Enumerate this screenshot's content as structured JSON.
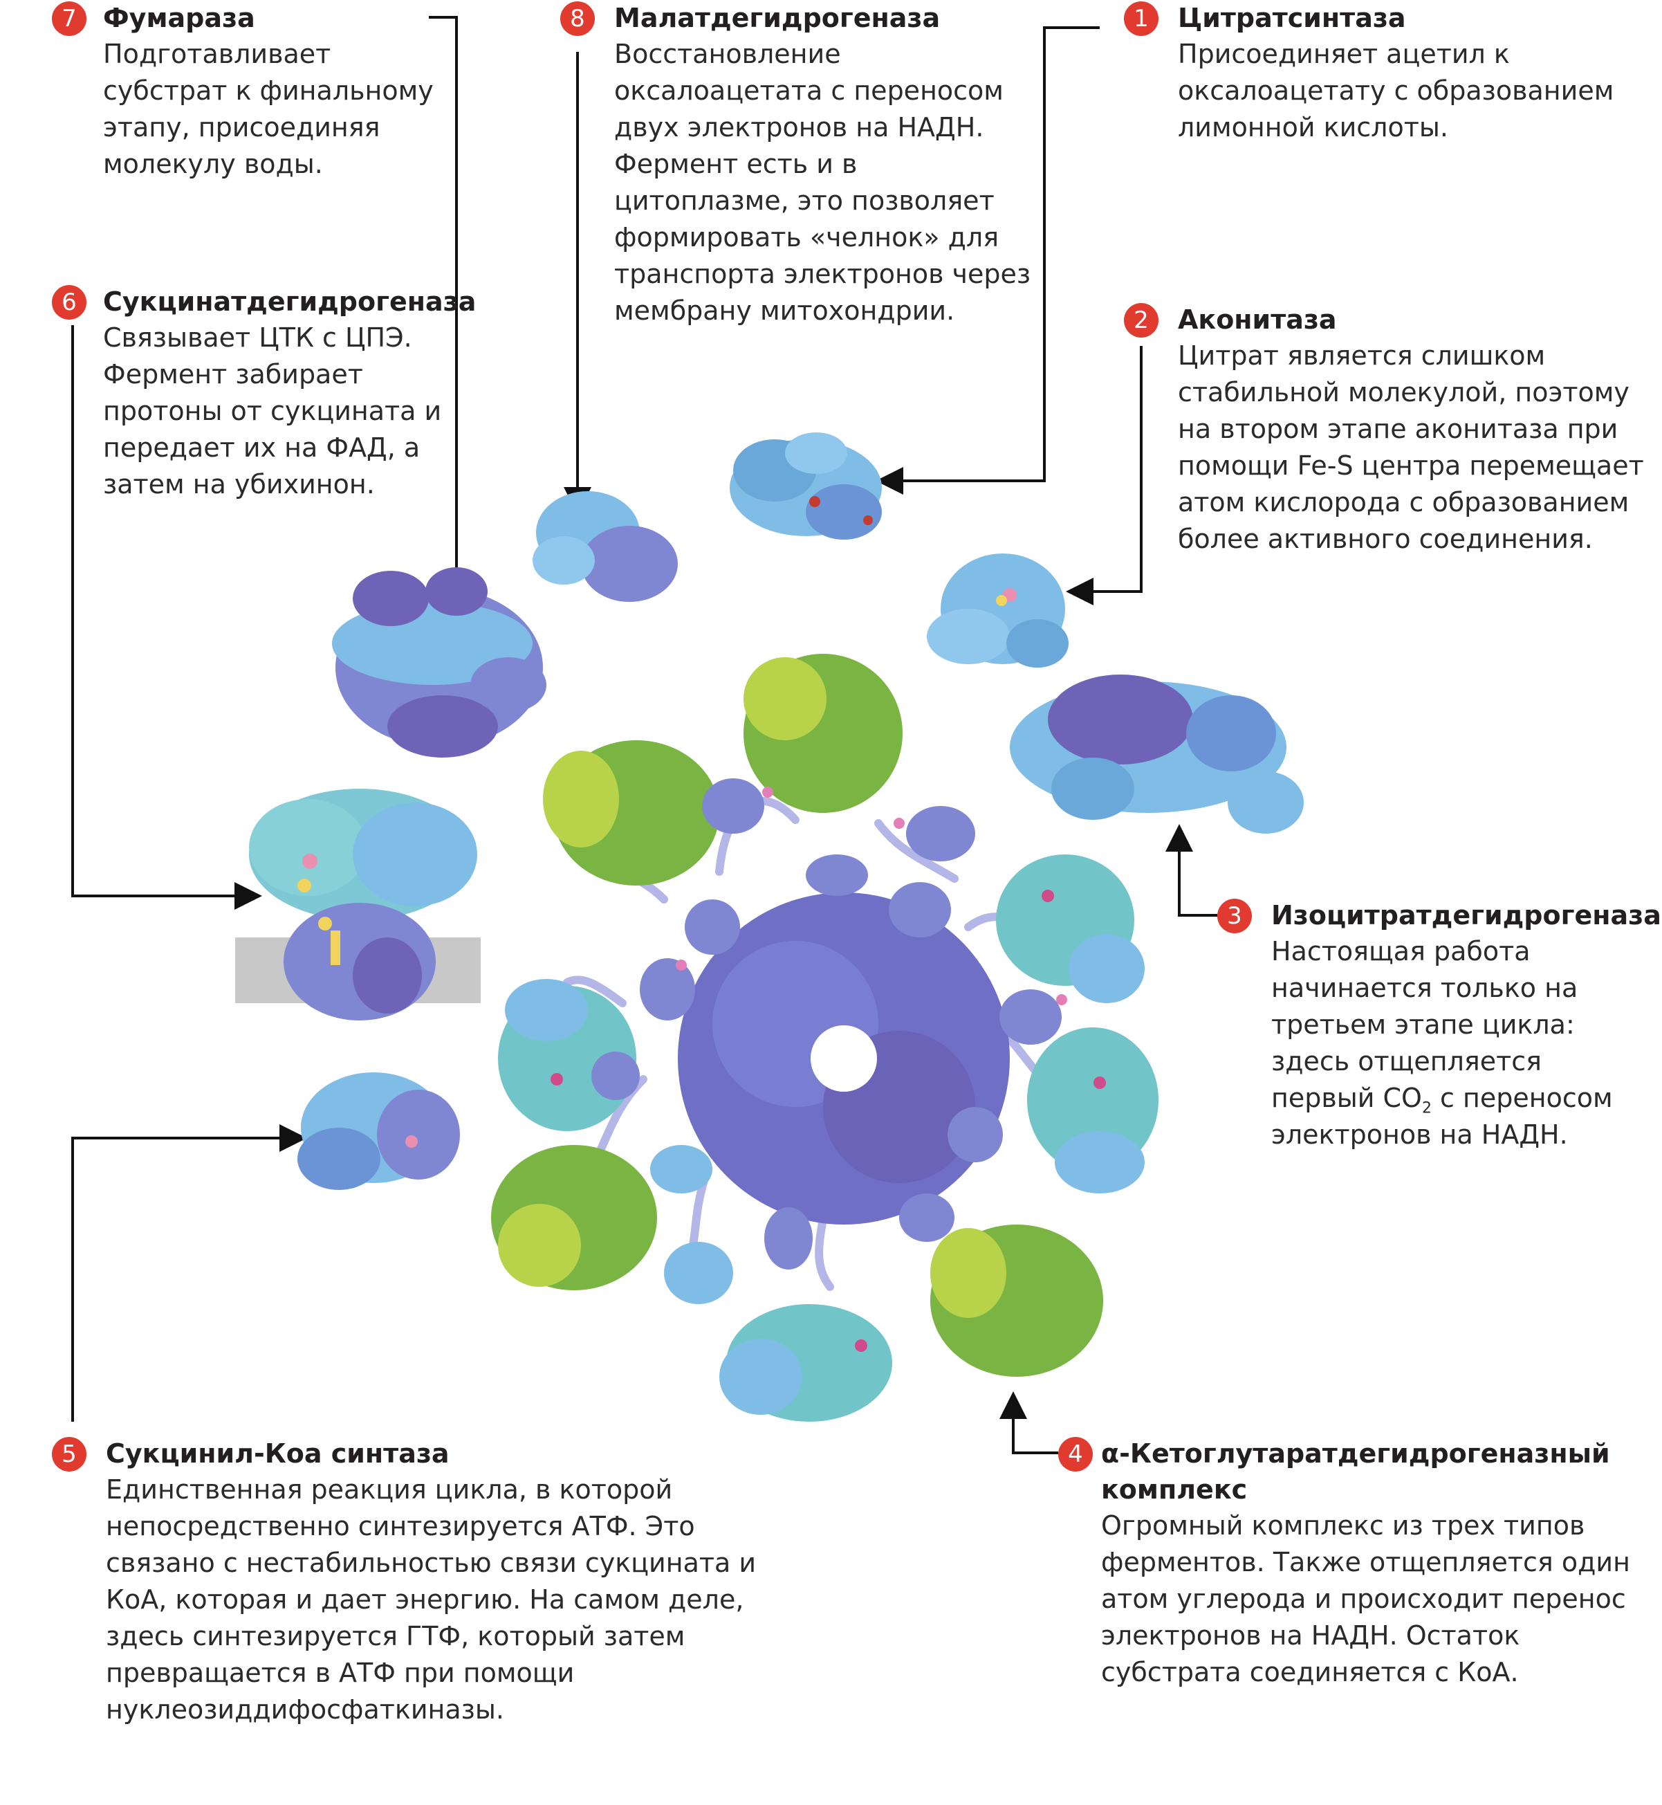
{
  "colors": {
    "accent": "#e03b2e",
    "protein_light_blue": "#7fbde6",
    "protein_periwinkle": "#7f86d2",
    "protein_violet": "#6f63b8",
    "protein_teal": "#71c4c7",
    "protein_green": "#7ab443",
    "protein_lime": "#b8d34a",
    "linker": "#b3b6e6",
    "membrane": "#c8c8c8",
    "text": "#231f20"
  },
  "annotations": [
    {
      "number": "1",
      "title": "Цитратсинтаза",
      "lines": [
        "Присоединяет ацетил к",
        "оксалоацетату с образованием",
        "лимонной кислоты."
      ]
    },
    {
      "number": "2",
      "title": "Аконитаза",
      "lines": [
        "Цитрат является слишком",
        "стабильной молекулой, поэтому",
        "на втором этапе аконитаза при",
        "помощи Fe-S центра перемещает",
        "атом кислорода с образованием",
        "более активного соединения."
      ]
    },
    {
      "number": "3",
      "title": "Изоцитратдегидрогеназа",
      "lines": [
        "Настоящая работа",
        "начинается только на",
        "третьем этапе цикла:",
        "здесь отщепляется"
      ],
      "co2_pre": "первый CO",
      "co2_sub": "2",
      "co2_post": " с переносом",
      "last_line": "электронов на НАДН."
    },
    {
      "number": "4",
      "title_line1": "α-Кетоглутаратдегидрогеназный",
      "title_line2": "комплекс",
      "lines": [
        "Огромный комплекс из трех типов",
        "ферментов. Также отщепляется один",
        "атом углерода и происходит перенос",
        "электронов на НАДН. Остаток",
        "субстрата соединяется с КоА."
      ]
    },
    {
      "number": "5",
      "title": "Сукцинил-Коа синтаза",
      "lines": [
        "Единственная реакция цикла, в которой",
        "непосредственно синтезируется АТФ. Это",
        "связано с нестабильностью связи сукцината и",
        "КоА, которая и дает энергию. На самом деле,",
        "здесь синтезируется ГТФ, который затем",
        "превращается в АТФ при помощи",
        "нуклеозиддифосфаткиназы."
      ]
    },
    {
      "number": "6",
      "title": "Сукцинатдегидрогеназа",
      "lines": [
        "Связывает ЦТК с ЦПЭ.",
        "Фермент забирает",
        "протоны от сукцината и",
        "передает их на ФАД, а",
        "затем на убихинон."
      ]
    },
    {
      "number": "7",
      "title": "Фумараза",
      "lines": [
        "Подготавливает",
        "субстрат к финальному",
        "этапу, присоединяя",
        "молекулу воды."
      ]
    },
    {
      "number": "8",
      "title": "Малатдегидрогеназа",
      "lines": [
        "Восстановление",
        "оксалоацетата с переносом",
        "двух электронов на НАДН.",
        "Фермент есть и в",
        "цитоплазме, это позволяет",
        "формировать «челнок» для",
        "транспорта электронов через",
        "мембрану митохондрии."
      ]
    }
  ]
}
